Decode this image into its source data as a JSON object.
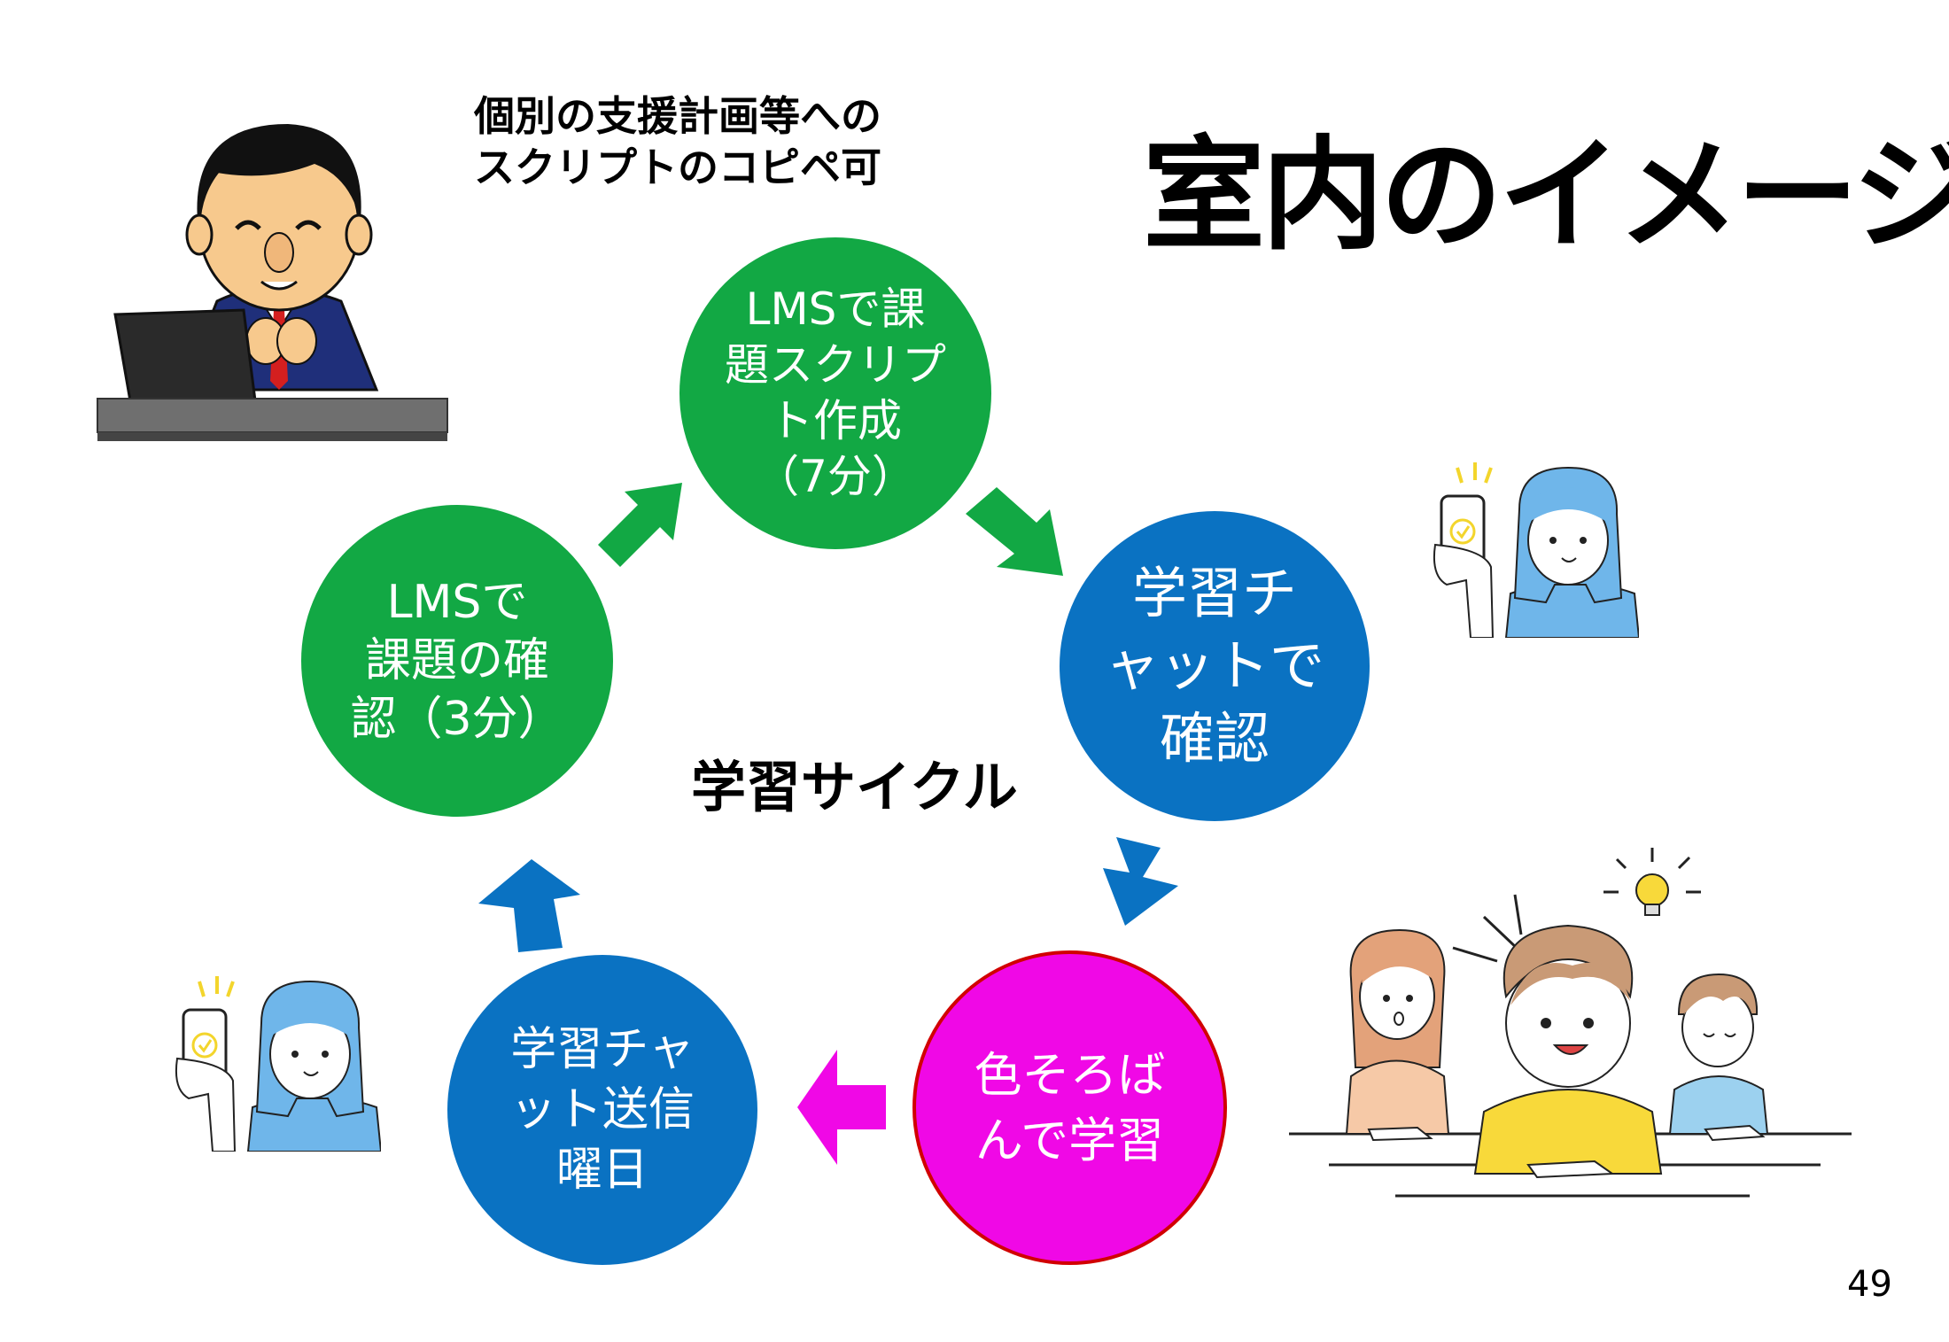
{
  "slide": {
    "title": "室内のイメージ",
    "teacher_note_lines": [
      "個別の支援計画等への",
      "スクリプトのコピペ可"
    ],
    "cycle_label": "学習サイクル",
    "page_number": "49"
  },
  "cycle": [
    {
      "id": "create",
      "text": "LMSで課\n題スクリプ\nト作成\n（7分）",
      "color": "#12a844"
    },
    {
      "id": "chat",
      "text": "学習チ\nャットで\n確認",
      "color": "#0a72c2"
    },
    {
      "id": "soroban",
      "text": "色そろば\nんで学習",
      "color": "#f008e6"
    },
    {
      "id": "send",
      "text": "学習チャ\nット送信\n曜日",
      "color": "#0a72c2"
    },
    {
      "id": "confirm",
      "text": "LMSで\n課題の確\n認（3分）",
      "color": "#12a844"
    }
  ],
  "colors": {
    "green": "#12a844",
    "blue": "#0a72c2",
    "magenta": "#f008e6",
    "border_red": "#d10000"
  },
  "illustrations": [
    "teacher-at-laptop",
    "student-with-phone",
    "student-with-phone",
    "students-studying"
  ]
}
